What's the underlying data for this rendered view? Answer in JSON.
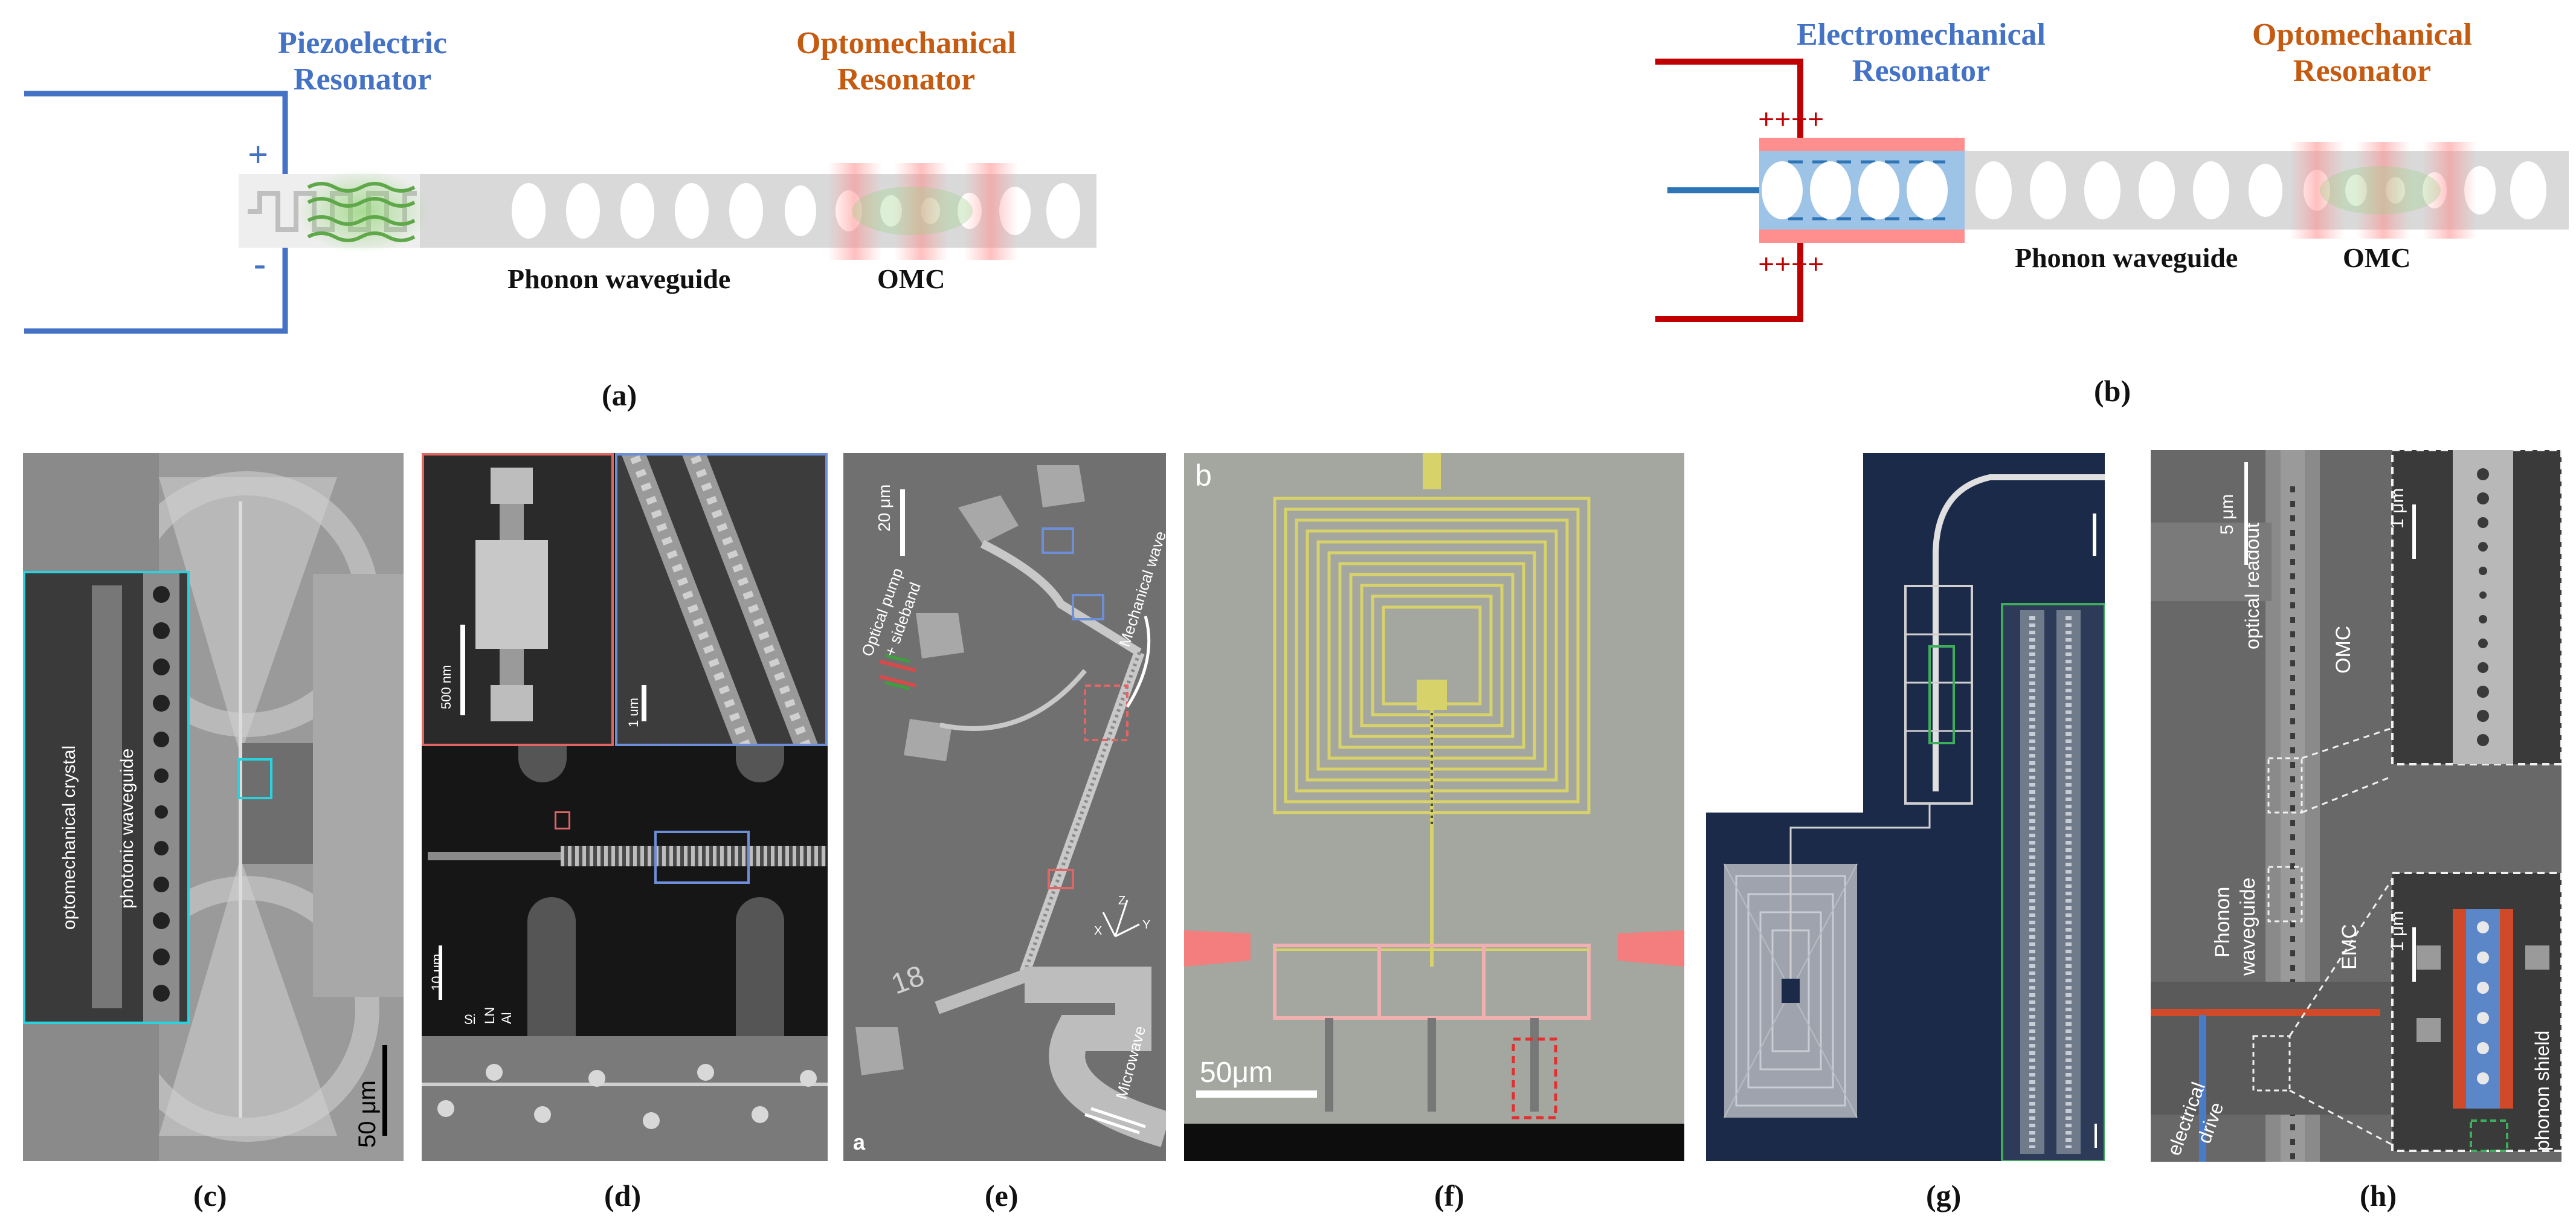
{
  "panel_a": {
    "left_title": "Piezoelectric Resonator",
    "right_title": "Optomechanical Resonator",
    "plus": "+",
    "minus": "-",
    "waveguide_label": "Phonon waveguide",
    "omc_label": "OMC",
    "caption": "(a)"
  },
  "panel_b": {
    "left_title": "Electromechanical Resonator",
    "right_title": "Optomechanical Resonator",
    "plus_top": "++++",
    "plus_bottom": "++++",
    "waveguide_label": "Phonon waveguide",
    "omc_label": "OMC",
    "caption": "(b)"
  },
  "panel_c": {
    "label_crystal": "optomechanical crystal",
    "label_waveguide": "photonic waveguide",
    "scale": "50 μm",
    "caption": "(c)"
  },
  "panel_d": {
    "scale_inset_left": "500 nm",
    "scale_inset_right": "1 um",
    "scale_main": "10 um",
    "layer_si": "Si",
    "layer_ln": "LN",
    "layer_al": "Al",
    "caption": "(d)"
  },
  "panel_e": {
    "scale": "20 μm",
    "pump_label_1": "Optical pump",
    "pump_label_2": "+ sideband",
    "wave_label": "Mechanical wave",
    "microwave_label": "Microwave",
    "number": "18",
    "corner": "a",
    "axis_x": "X",
    "axis_y": "Y",
    "axis_z": "Z",
    "caption": "(e)"
  },
  "panel_f": {
    "corner": "b",
    "scale": "50μm",
    "caption": "(f)"
  },
  "panel_g": {
    "caption": "(g)"
  },
  "panel_h": {
    "scale_main": "5 μm",
    "scale_inset_top": "1 μm",
    "scale_inset_bottom": "1 μm",
    "optical_readout": "optical readout",
    "omc": "OMC",
    "phonon_waveguide_1": "Phonon",
    "phonon_waveguide_2": "waveguide",
    "emc": "EMC",
    "electrical_1": "electrical",
    "electrical_2": "drive",
    "phonon_shield": "phonon shield",
    "caption": "(h)"
  }
}
